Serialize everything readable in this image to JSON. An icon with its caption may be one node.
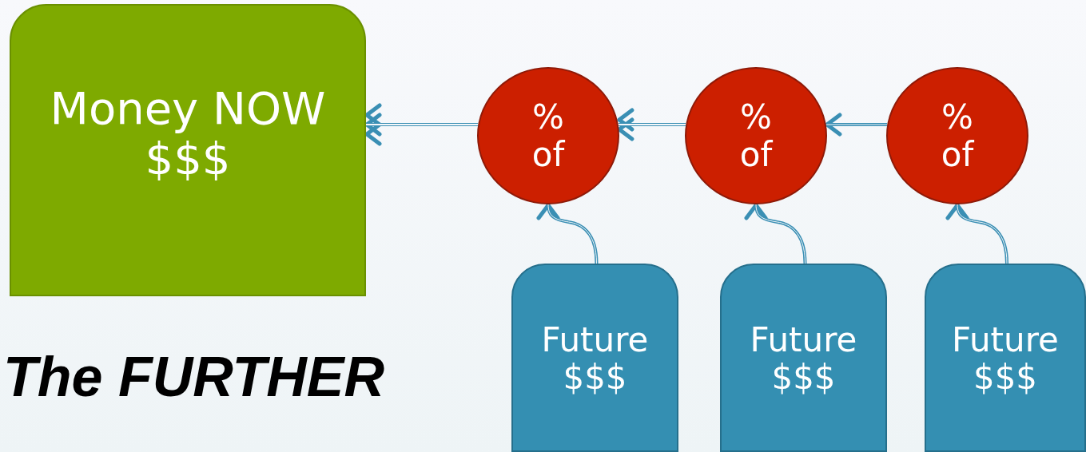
{
  "diagram": {
    "nodes": [
      {
        "text": [
          "Money NOW $$$"
        ]
      },
      {
        "text": [
          "% of"
        ]
      },
      {
        "text": [
          "% of"
        ]
      },
      {
        "text": [
          "% of"
        ]
      },
      {
        "text": [
          "Future $$$"
        ]
      },
      {
        "text": [
          "Future $$$"
        ]
      },
      {
        "text": [
          "Future $$$"
        ]
      }
    ],
    "edges": [
      {
        "from": 1,
        "to": 0,
        "arrow": "to"
      },
      {
        "from": 2,
        "to": 1,
        "arrow": "to"
      },
      {
        "from": 3,
        "to": 2,
        "arrow": "to"
      },
      {
        "from": 4,
        "to": 1,
        "arrow": "to"
      },
      {
        "from": 5,
        "to": 2,
        "arrow": "to"
      },
      {
        "from": 6,
        "to": 3,
        "arrow": "to"
      }
    ],
    "labels": [
      "The FURTHER"
    ]
  }
}
